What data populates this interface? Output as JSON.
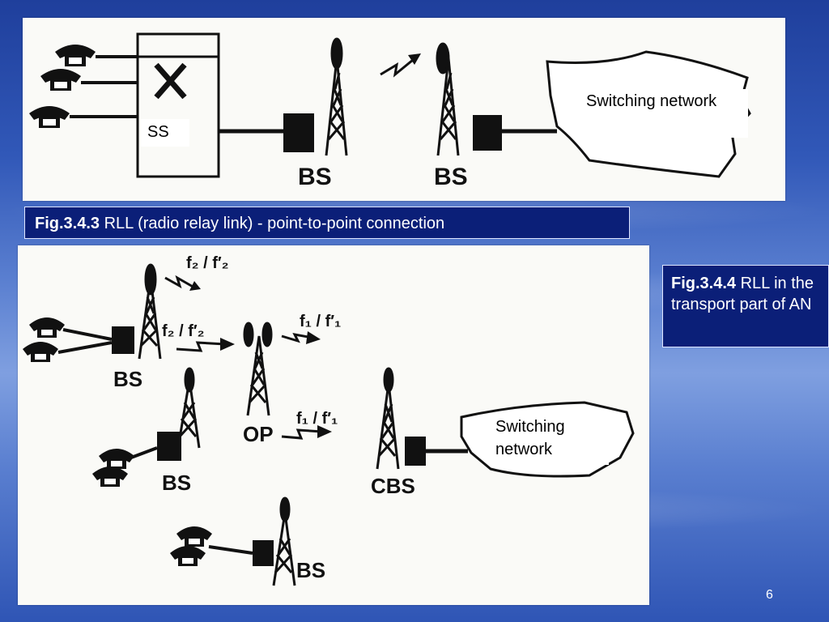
{
  "slide": {
    "page_number": "6",
    "colors": {
      "caption_bg": "#0b1f78",
      "caption_text": "#ffffff"
    }
  },
  "top_diagram": {
    "ss_label": "SS",
    "switching_network": "Switching network",
    "bs_labels": [
      "BS",
      "BS"
    ]
  },
  "caption_top": {
    "fig": "Fig.3.4.3",
    "text": " RLL (radio relay link)  - point-to-point connection"
  },
  "bottom_diagram": {
    "switching_network": "Switching network",
    "station_labels": {
      "bs_left": "BS",
      "op": "OP",
      "bs_mid": "BS",
      "cbs": "CBS",
      "bs_bottom": "BS"
    },
    "link_labels": {
      "f2_top": "f₂ / f′₂",
      "f2_mid": "f₂ / f′₂",
      "f1_top": "f₁ / f′₁",
      "f1_mid": "f₁ / f′₁"
    }
  },
  "caption_side": {
    "fig": "Fig.3.4.4",
    "text": " RLL in the transport part of AN"
  }
}
